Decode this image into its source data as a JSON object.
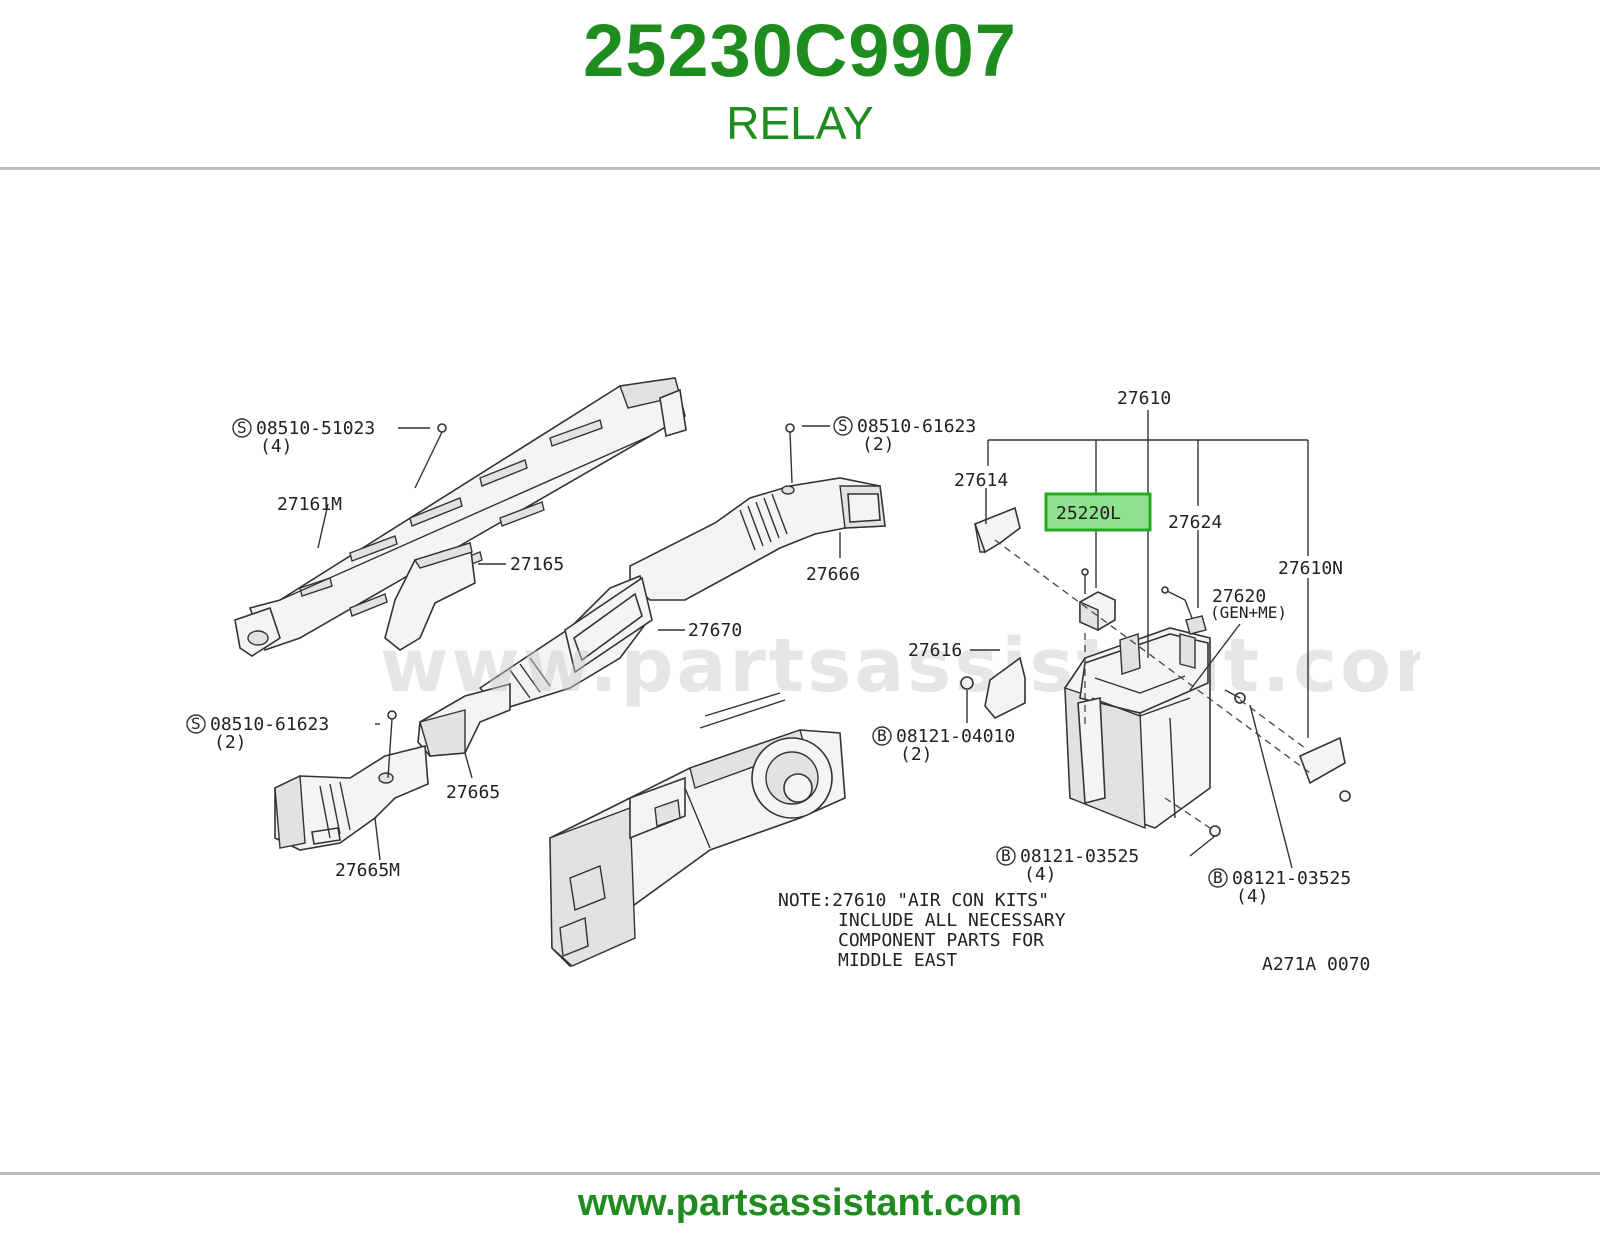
{
  "header": {
    "part_number": "25230C9907",
    "part_name": "RELAY"
  },
  "footer": {
    "url": "www.partsassistant.com"
  },
  "diagram": {
    "watermark": "www.partsassistant.com",
    "highlighted_part": "25220L",
    "labels": {
      "s_08510_51023": "08510-51023",
      "s_08510_51023_qty": "(4)",
      "p_27161M": "27161M",
      "p_27165": "27165",
      "s_08510_61623_a": "08510-61623",
      "s_08510_61623_a_qty": "(2)",
      "p_27666": "27666",
      "p_27670": "27670",
      "s_08510_61623_b": "08510-61623",
      "s_08510_61623_b_qty": "(2)",
      "p_27665": "27665",
      "p_27665M": "27665M",
      "p_27610": "27610",
      "p_27614": "27614",
      "p_27624": "27624",
      "p_27610N": "27610N",
      "p_27620": "27620",
      "p_27620_note": "(GEN+ME)",
      "p_27616": "27616",
      "b_08121_04010": "08121-04010",
      "b_08121_04010_qty": "(2)",
      "b_08121_03525_a": "08121-03525",
      "b_08121_03525_a_qty": "(4)",
      "b_08121_03525_b": "08121-03525",
      "b_08121_03525_b_qty": "(4)",
      "s_marker": "S",
      "b_marker": "B"
    },
    "note_lines": [
      "NOTE:27610 \"AIR CON KITS\"",
      "INCLUDE ALL NECESSARY",
      "COMPONENT PARTS FOR",
      "MIDDLE EAST"
    ],
    "drawing_code": "A271A 0070"
  }
}
